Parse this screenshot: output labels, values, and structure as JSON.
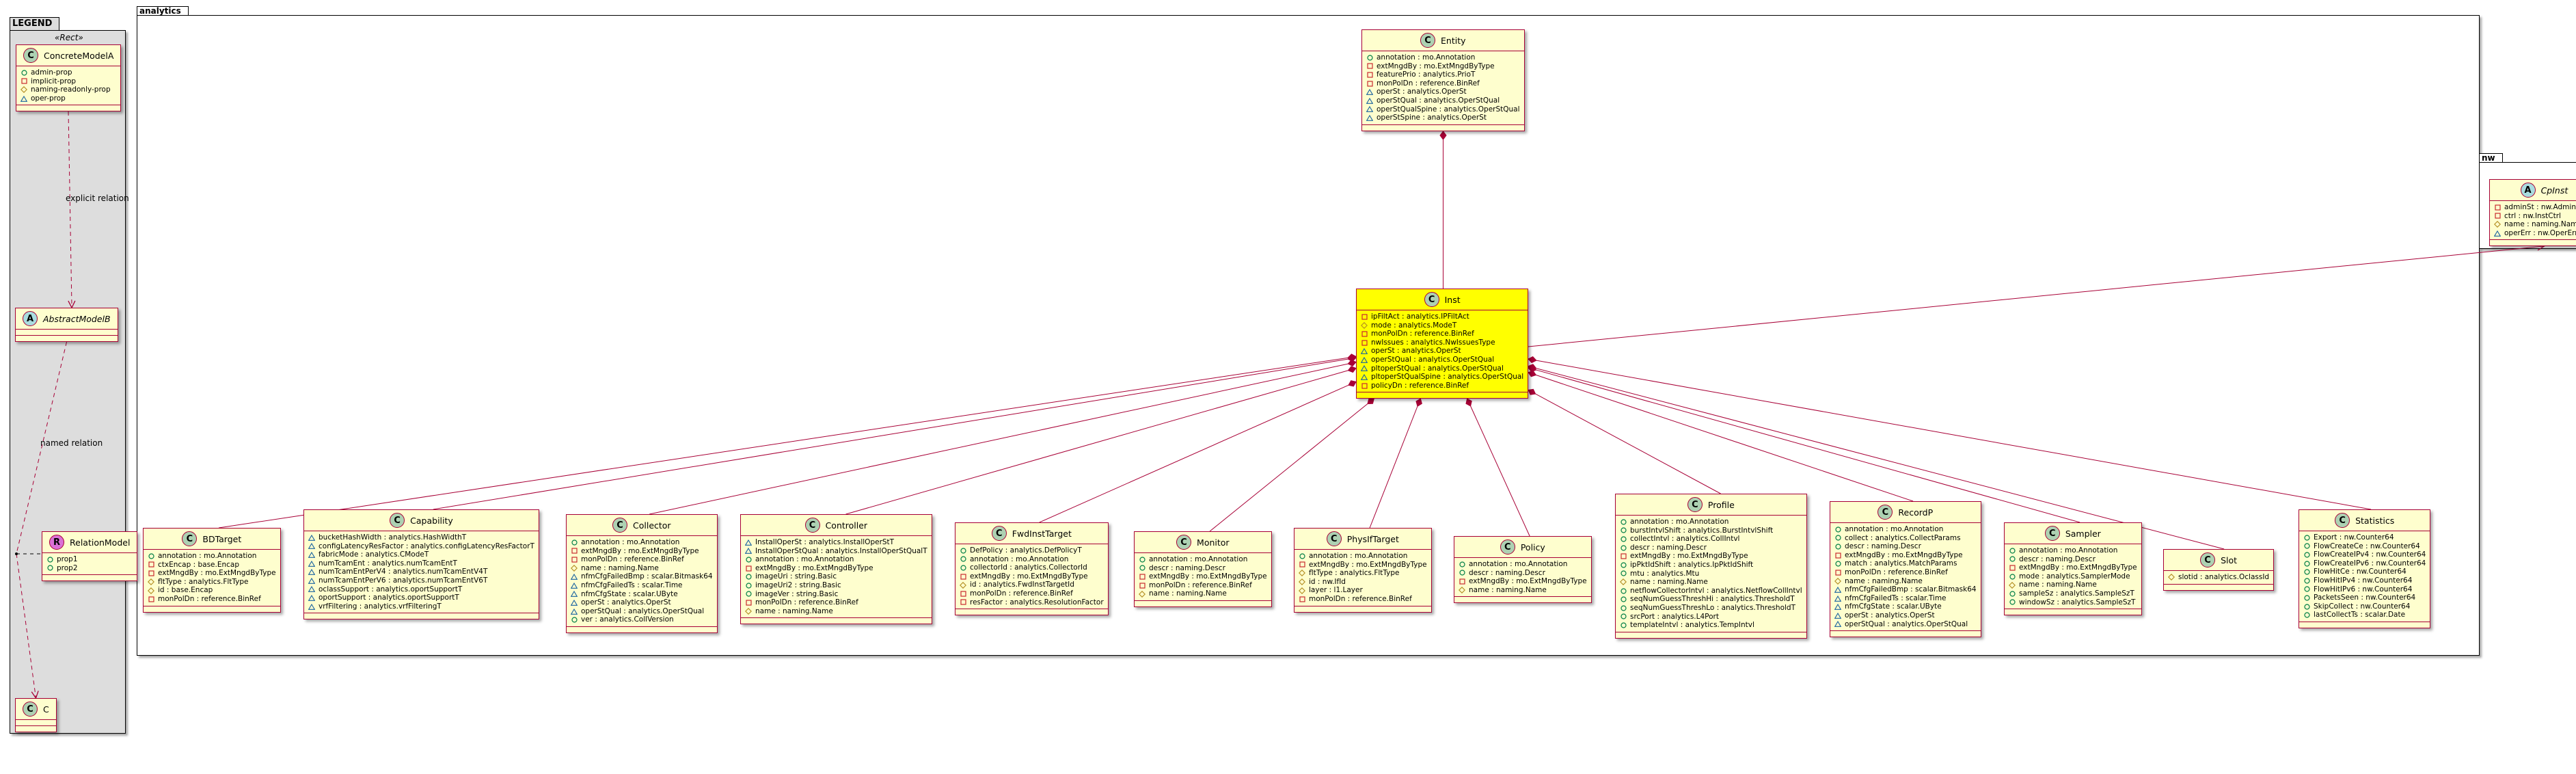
{
  "packages": {
    "legend": "LEGEND",
    "analytics": "analytics",
    "nw": "nw"
  },
  "legend": {
    "stereotype": "«Rect»",
    "explicit_relation": "explicit relation",
    "named_relation": "named relation"
  },
  "colors": {
    "border": "#A80036",
    "class_fill": "#FEFECE",
    "highlight_fill": "#FFFF00",
    "spot_class": "#ADD1B2",
    "spot_abstract": "#A9DCDF",
    "spot_relation": "#DA70D6",
    "public": "#038048",
    "private": "#C82930",
    "protected": "#B38D22",
    "package": "#1963A0"
  },
  "classes": [
    {
      "id": "ConcreteModelA",
      "name": "ConcreteModelA",
      "kind": "C",
      "attrs": [
        [
          "+",
          "admin-prop"
        ],
        [
          "-",
          "implicit-prop"
        ],
        [
          "#",
          "naming-readonly-prop"
        ],
        [
          "~",
          "oper-prop"
        ]
      ]
    },
    {
      "id": "AbstractModelB",
      "name": "AbstractModelB",
      "kind": "A",
      "attrs": []
    },
    {
      "id": "RelationModel",
      "name": "RelationModel",
      "kind": "R",
      "attrs": [
        [
          "+",
          "prop1"
        ],
        [
          "+",
          "prop2"
        ]
      ]
    },
    {
      "id": "C",
      "name": "C",
      "kind": "C",
      "attrs": []
    },
    {
      "id": "Entity",
      "name": "Entity",
      "kind": "C",
      "attrs": [
        [
          "+",
          "annotation : mo.Annotation"
        ],
        [
          "-",
          "extMngdBy : mo.ExtMngdByType"
        ],
        [
          "-",
          "featurePrio : analytics.PrioT"
        ],
        [
          "-",
          "monPolDn : reference.BinRef"
        ],
        [
          "~",
          "operSt : analytics.OperSt"
        ],
        [
          "~",
          "operStQual : analytics.OperStQual"
        ],
        [
          "~",
          "operStQualSpine : analytics.OperStQual"
        ],
        [
          "~",
          "operStSpine : analytics.OperSt"
        ]
      ]
    },
    {
      "id": "Inst",
      "name": "Inst",
      "kind": "C",
      "highlight": true,
      "attrs": [
        [
          "-",
          "ipFiltAct : analytics.IPFiltAct"
        ],
        [
          "#",
          "mode : analytics.ModeT"
        ],
        [
          "-",
          "monPolDn : reference.BinRef"
        ],
        [
          "-",
          "nwIssues : analytics.NwIssuesType"
        ],
        [
          "~",
          "operSt : analytics.OperSt"
        ],
        [
          "~",
          "operStQual : analytics.OperStQual"
        ],
        [
          "~",
          "pltoperStQual : analytics.OperStQual"
        ],
        [
          "~",
          "pltoperStQualSpine : analytics.OperStQual"
        ],
        [
          "-",
          "policyDn : reference.BinRef"
        ]
      ]
    },
    {
      "id": "BDTarget",
      "name": "BDTarget",
      "kind": "C",
      "attrs": [
        [
          "+",
          "annotation : mo.Annotation"
        ],
        [
          "-",
          "ctxEncap : base.Encap"
        ],
        [
          "-",
          "extMngdBy : mo.ExtMngdByType"
        ],
        [
          "#",
          "fltType : analytics.FltType"
        ],
        [
          "#",
          "id : base.Encap"
        ],
        [
          "-",
          "monPolDn : reference.BinRef"
        ]
      ]
    },
    {
      "id": "Capability",
      "name": "Capability",
      "kind": "C",
      "attrs": [
        [
          "~",
          "bucketHashWidth : analytics.HashWidthT"
        ],
        [
          "~",
          "configLatencyResFactor : analytics.configLatencyResFactorT"
        ],
        [
          "~",
          "fabricMode : analytics.CModeT"
        ],
        [
          "~",
          "numTcamEnt : analytics.numTcamEntT"
        ],
        [
          "~",
          "numTcamEntPerV4 : analytics.numTcamEntV4T"
        ],
        [
          "~",
          "numTcamEntPerV6 : analytics.numTcamEntV6T"
        ],
        [
          "~",
          "oclassSupport : analytics.oportSupportT"
        ],
        [
          "~",
          "oportSupport : analytics.oportSupportT"
        ],
        [
          "~",
          "vrfFiltering : analytics.vrfFilteringT"
        ]
      ]
    },
    {
      "id": "Collector",
      "name": "Collector",
      "kind": "C",
      "attrs": [
        [
          "+",
          "annotation : mo.Annotation"
        ],
        [
          "-",
          "extMngdBy : mo.ExtMngdByType"
        ],
        [
          "-",
          "monPolDn : reference.BinRef"
        ],
        [
          "#",
          "name : naming.Name"
        ],
        [
          "~",
          "nfmCfgFailedBmp : scalar.Bitmask64"
        ],
        [
          "~",
          "nfmCfgFailedTs : scalar.Time"
        ],
        [
          "~",
          "nfmCfgState : scalar.UByte"
        ],
        [
          "~",
          "operSt : analytics.OperSt"
        ],
        [
          "~",
          "operStQual : analytics.OperStQual"
        ],
        [
          "+",
          "ver : analytics.CollVersion"
        ]
      ]
    },
    {
      "id": "Controller",
      "name": "Controller",
      "kind": "C",
      "attrs": [
        [
          "~",
          "InstallOperSt : analytics.InstallOperStT"
        ],
        [
          "~",
          "InstallOperStQual : analytics.InstallOperStQualT"
        ],
        [
          "+",
          "annotation : mo.Annotation"
        ],
        [
          "-",
          "extMngdBy : mo.ExtMngdByType"
        ],
        [
          "+",
          "imageUri : string.Basic"
        ],
        [
          "+",
          "imageUri2 : string.Basic"
        ],
        [
          "+",
          "imageVer : string.Basic"
        ],
        [
          "-",
          "monPolDn : reference.BinRef"
        ],
        [
          "#",
          "name : naming.Name"
        ]
      ]
    },
    {
      "id": "FwdInstTarget",
      "name": "FwdInstTarget",
      "kind": "C",
      "attrs": [
        [
          "+",
          "DefPolicy : analytics.DefPolicyT"
        ],
        [
          "+",
          "annotation : mo.Annotation"
        ],
        [
          "+",
          "collectorId : analytics.CollectorId"
        ],
        [
          "-",
          "extMngdBy : mo.ExtMngdByType"
        ],
        [
          "#",
          "id : analytics.FwdInstTargetId"
        ],
        [
          "-",
          "monPolDn : reference.BinRef"
        ],
        [
          "-",
          "resFactor : analytics.ResolutionFactor"
        ]
      ]
    },
    {
      "id": "Monitor",
      "name": "Monitor",
      "kind": "C",
      "attrs": [
        [
          "+",
          "annotation : mo.Annotation"
        ],
        [
          "+",
          "descr : naming.Descr"
        ],
        [
          "-",
          "extMngdBy : mo.ExtMngdByType"
        ],
        [
          "-",
          "monPolDn : reference.BinRef"
        ],
        [
          "#",
          "name : naming.Name"
        ]
      ]
    },
    {
      "id": "PhysIfTarget",
      "name": "PhysIfTarget",
      "kind": "C",
      "attrs": [
        [
          "+",
          "annotation : mo.Annotation"
        ],
        [
          "-",
          "extMngdBy : mo.ExtMngdByType"
        ],
        [
          "#",
          "fltType : analytics.FltType"
        ],
        [
          "#",
          "id : nw.IfId"
        ],
        [
          "#",
          "layer : l1.Layer"
        ],
        [
          "-",
          "monPolDn : reference.BinRef"
        ]
      ]
    },
    {
      "id": "Policy",
      "name": "Policy",
      "kind": "C",
      "attrs": [
        [
          "+",
          "annotation : mo.Annotation"
        ],
        [
          "+",
          "descr : naming.Descr"
        ],
        [
          "-",
          "extMngdBy : mo.ExtMngdByType"
        ],
        [
          "#",
          "name : naming.Name"
        ]
      ]
    },
    {
      "id": "Profile",
      "name": "Profile",
      "kind": "C",
      "attrs": [
        [
          "+",
          "annotation : mo.Annotation"
        ],
        [
          "+",
          "burstIntvlShift : analytics.BurstIntvlShift"
        ],
        [
          "+",
          "collectIntvl : analytics.CollIntvl"
        ],
        [
          "+",
          "descr : naming.Descr"
        ],
        [
          "-",
          "extMngdBy : mo.ExtMngdByType"
        ],
        [
          "+",
          "ipPktIdShift : analytics.IpPktIdShift"
        ],
        [
          "+",
          "mtu : analytics.Mtu"
        ],
        [
          "#",
          "name : naming.Name"
        ],
        [
          "+",
          "netflowCollectorIntvl : analytics.NetflowCollIntvl"
        ],
        [
          "+",
          "seqNumGuessThreshHi : analytics.ThresholdT"
        ],
        [
          "+",
          "seqNumGuessThreshLo : analytics.ThresholdT"
        ],
        [
          "+",
          "srcPort : analytics.L4Port"
        ],
        [
          "+",
          "templateIntvl : analytics.TempIntvl"
        ]
      ]
    },
    {
      "id": "RecordP",
      "name": "RecordP",
      "kind": "C",
      "attrs": [
        [
          "+",
          "annotation : mo.Annotation"
        ],
        [
          "+",
          "collect : analytics.CollectParams"
        ],
        [
          "+",
          "descr : naming.Descr"
        ],
        [
          "-",
          "extMngdBy : mo.ExtMngdByType"
        ],
        [
          "+",
          "match : analytics.MatchParams"
        ],
        [
          "-",
          "monPolDn : reference.BinRef"
        ],
        [
          "#",
          "name : naming.Name"
        ],
        [
          "~",
          "nfmCfgFailedBmp : scalar.Bitmask64"
        ],
        [
          "~",
          "nfmCfgFailedTs : scalar.Time"
        ],
        [
          "~",
          "nfmCfgState : scalar.UByte"
        ],
        [
          "~",
          "operSt : analytics.OperSt"
        ],
        [
          "~",
          "operStQual : analytics.OperStQual"
        ]
      ]
    },
    {
      "id": "Sampler",
      "name": "Sampler",
      "kind": "C",
      "attrs": [
        [
          "+",
          "annotation : mo.Annotation"
        ],
        [
          "+",
          "descr : naming.Descr"
        ],
        [
          "-",
          "extMngdBy : mo.ExtMngdByType"
        ],
        [
          "+",
          "mode : analytics.SamplerMode"
        ],
        [
          "#",
          "name : naming.Name"
        ],
        [
          "+",
          "sampleSz : analytics.SampleSzT"
        ],
        [
          "+",
          "windowSz : analytics.SampleSzT"
        ]
      ]
    },
    {
      "id": "Slot",
      "name": "Slot",
      "kind": "C",
      "attrs": [
        [
          "#",
          "slotid : analytics.OclassId"
        ]
      ]
    },
    {
      "id": "Statistics",
      "name": "Statistics",
      "kind": "C",
      "attrs": [
        [
          "+",
          "Export : nw.Counter64"
        ],
        [
          "+",
          "FlowCreateCe : nw.Counter64"
        ],
        [
          "+",
          "FlowCreateIPv4 : nw.Counter64"
        ],
        [
          "+",
          "FlowCreateIPv6 : nw.Counter64"
        ],
        [
          "+",
          "FlowHitCe : nw.Counter64"
        ],
        [
          "+",
          "FlowHitIPv4 : nw.Counter64"
        ],
        [
          "+",
          "FlowHitIPv6 : nw.Counter64"
        ],
        [
          "+",
          "PacketsSeen : nw.Counter64"
        ],
        [
          "+",
          "SkipCollect : nw.Counter64"
        ],
        [
          "+",
          "lastCollectTs : scalar.Date"
        ]
      ]
    },
    {
      "id": "CpInst",
      "name": "CpInst",
      "kind": "A",
      "attrs": [
        [
          "-",
          "adminSt : nw.AdminSt"
        ],
        [
          "-",
          "ctrl : nw.InstCtrl"
        ],
        [
          "#",
          "name : naming.Name"
        ],
        [
          "~",
          "operErr : nw.OperErrQual"
        ]
      ]
    }
  ]
}
